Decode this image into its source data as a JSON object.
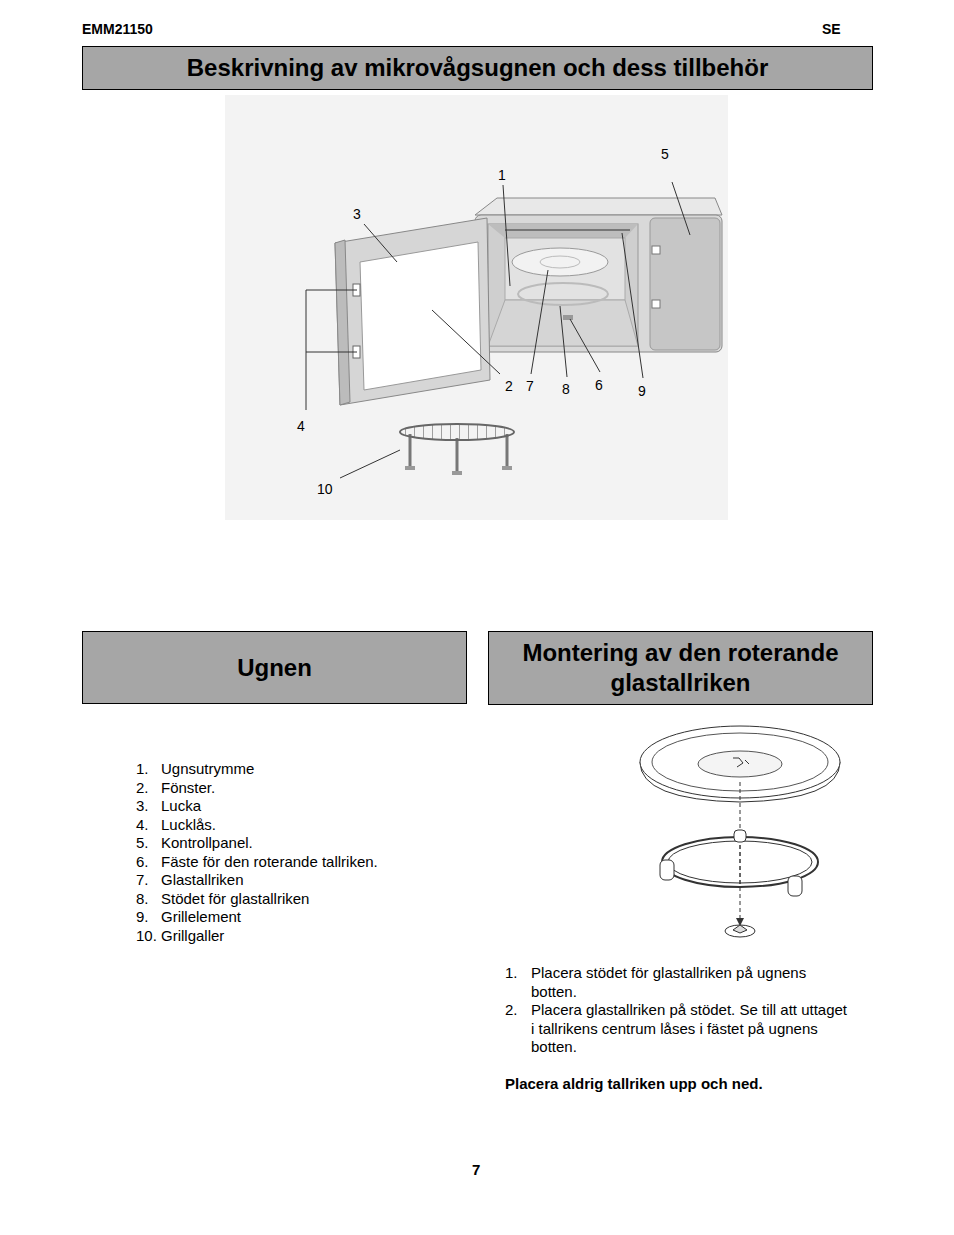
{
  "diagram": {
    "nodes": [
      {
        "text": [
          "Beskrivning av mikrovågsugnen och dess tillbehör"
        ]
      },
      {
        "text": [
          "Ugnen"
        ]
      },
      {
        "text": [
          "Montering av den roterande glastallriken"
        ]
      }
    ],
    "edges": [],
    "labels": [
      "EMM21150",
      "SE",
      "1",
      "3",
      "5",
      "4",
      "2",
      "7",
      "8",
      "6",
      "9",
      "10",
      "1.",
      "Ugnsutrymme",
      "2.",
      "Fönster.",
      "3.",
      "Lucka",
      "4.",
      "Lucklås.",
      "5.",
      "Kontrollpanel.",
      "6.",
      "Fäste för den roterande tallriken.",
      "7.",
      "Glastallriken",
      "8.",
      "Stödet för glastallriken",
      "9.",
      "Grillelement",
      "10.",
      "Grillgaller",
      "1.",
      "Placera stödet för glastallriken på ugnens botten.",
      "2.",
      "Placera glastallriken på stödet. Se till att uttaget i tallrikens centrum låses i fästet på ugnens botten.",
      "Placera aldrig tallriken upp och ned.",
      "7"
    ]
  }
}
